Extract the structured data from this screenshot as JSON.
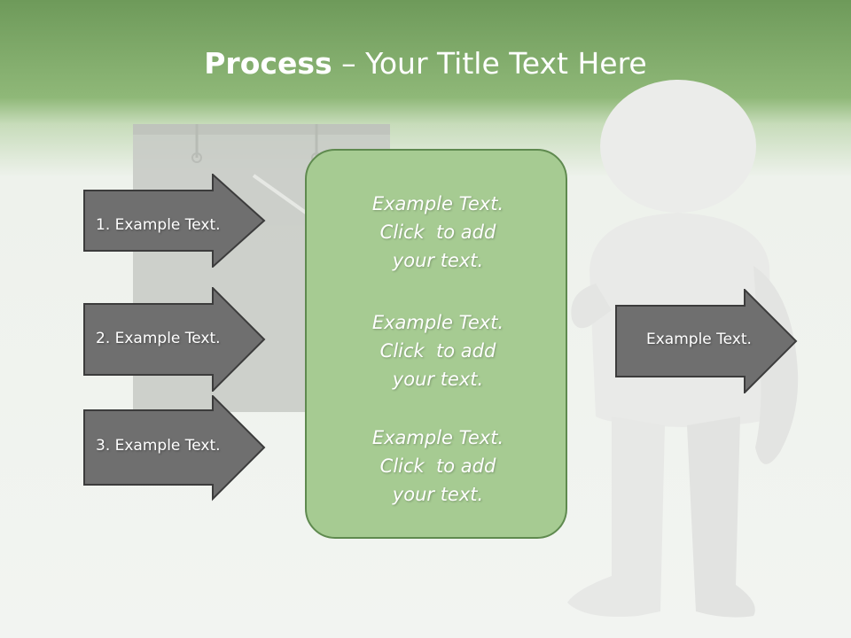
{
  "slide": {
    "title_bold": "Process",
    "title_rest": " – Your Title Text Here"
  },
  "left_steps": [
    {
      "label": "1. Example Text."
    },
    {
      "label": "2. Example Text."
    },
    {
      "label": "3. Example Text."
    }
  ],
  "center_panel": {
    "blocks": [
      {
        "lines": [
          "Example Text.",
          "Click  to add",
          "your text."
        ]
      },
      {
        "lines": [
          "Example Text.",
          "Click  to add",
          "your text."
        ]
      },
      {
        "lines": [
          "Example Text.",
          "Click  to add",
          "your text."
        ]
      }
    ]
  },
  "right_arrow": {
    "label": "Example Text."
  },
  "colors": {
    "header_green": "#8fb878",
    "panel_fill": "#a6cb92",
    "panel_border": "#5f8a4f",
    "arrow_fill": "#6f6f6f",
    "arrow_border": "#3c3c3c"
  }
}
